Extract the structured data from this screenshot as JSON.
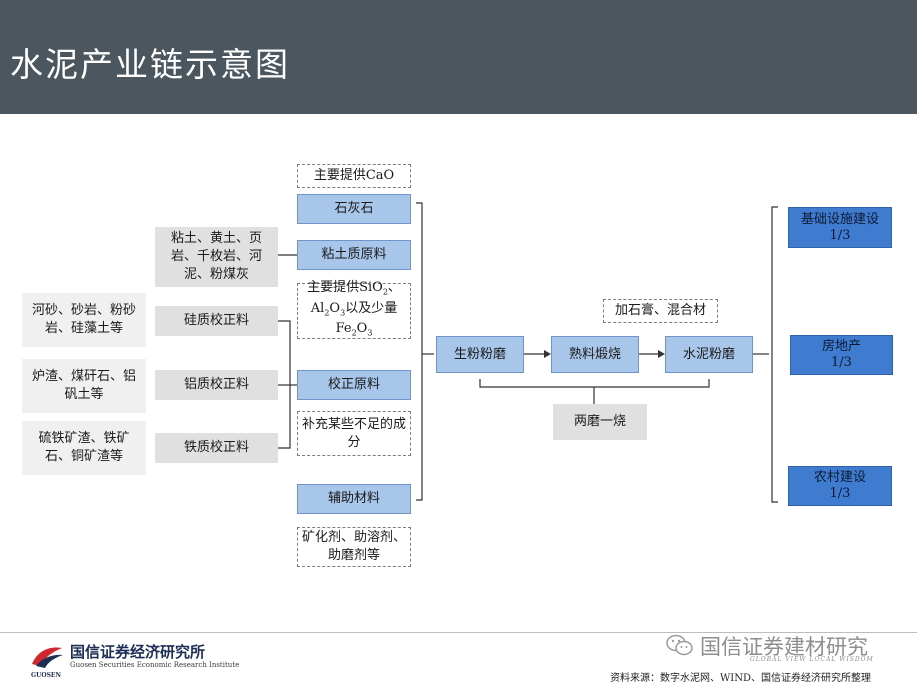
{
  "title": "水泥产业链示意图",
  "nodes": {
    "caO_note": "主要提供CaO",
    "limestone": "石灰石",
    "clay_sources": "粘土、黄土、页岩、千枚岩、河泥、粉煤灰",
    "clay_material": "粘土质原料",
    "sio2_note_l1": "主要提供SiO",
    "sio2_note_l1_sub": "2",
    "sio2_note_l1_end": "、",
    "sio2_note_l2_a": "Al",
    "sio2_note_l2_sub1": "2",
    "sio2_note_l2_b": "O",
    "sio2_note_l2_sub2": "3",
    "sio2_note_l2_c": "以及少量",
    "sio2_note_l3_a": "Fe",
    "sio2_note_l3_sub1": "2",
    "sio2_note_l3_b": "O",
    "sio2_note_l3_sub2": "3",
    "silica_sources": "河砂、砂岩、粉砂岩、硅藻土等",
    "silica_corrective": "硅质校正料",
    "alumina_sources": "炉渣、煤矸石、铝矾土等",
    "alumina_corrective": "铝质校正料",
    "iron_sources": "硫铁矿渣、铁矿石、铜矿渣等",
    "iron_corrective": "铁质校正料",
    "corrective_material": "校正原料",
    "supplement_note": "补充某些不足的成分",
    "auxiliary_material": "辅助材料",
    "auxiliary_note": "矿化剂、助溶剂、助磨剂等",
    "raw_grinding": "生粉粉磨",
    "clinker_calcining": "熟料煅烧",
    "cement_grinding": "水泥粉磨",
    "additives_note": "加石膏、混合材",
    "two_grind_one_burn": "两磨一烧",
    "infrastructure": "基础设施建设",
    "infrastructure_share": "1/3",
    "real_estate": "房地产",
    "real_estate_share": "1/3",
    "rural": "农村建设",
    "rural_share": "1/3"
  },
  "footer": {
    "company_name": "国信证券经济研究所",
    "company_en": "Guosen Securities Economic Research Institute",
    "logo_text": "GUOSEN",
    "watermark": "国信证券建材研究",
    "watermark_sub": "GLOBAL VIEW  LOCAL WISDOM",
    "source": "资料来源：数字水泥网、WIND、国信证券经济研究所整理"
  },
  "colors": {
    "header_bg": "#4b565e",
    "light_blue": "#a8c6ea",
    "dark_blue": "#3f7cd0",
    "grey": "#e0e0e0",
    "logo_red": "#d0262e"
  }
}
